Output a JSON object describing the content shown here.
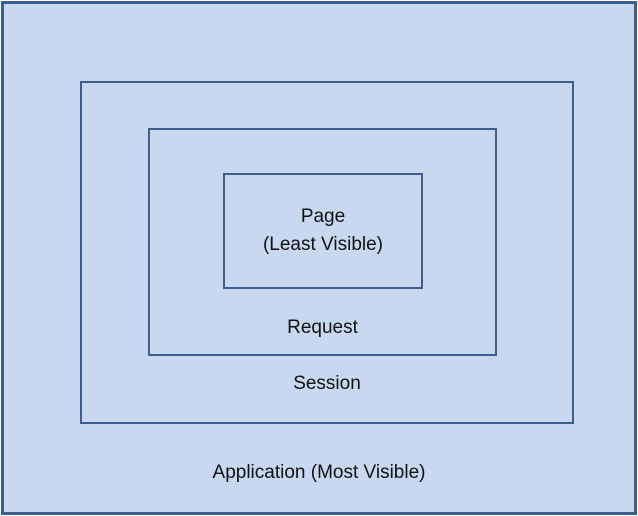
{
  "diagram": {
    "scopes": {
      "application": {
        "label": "Application (Most Visible)"
      },
      "session": {
        "label": "Session"
      },
      "request": {
        "label": "Request"
      },
      "page": {
        "label_line1": "Page",
        "label_line2": "(Least Visible)"
      }
    },
    "colors": {
      "fill": "#c7d8f0",
      "border": "#3d5f8f",
      "text": "#111111"
    }
  }
}
